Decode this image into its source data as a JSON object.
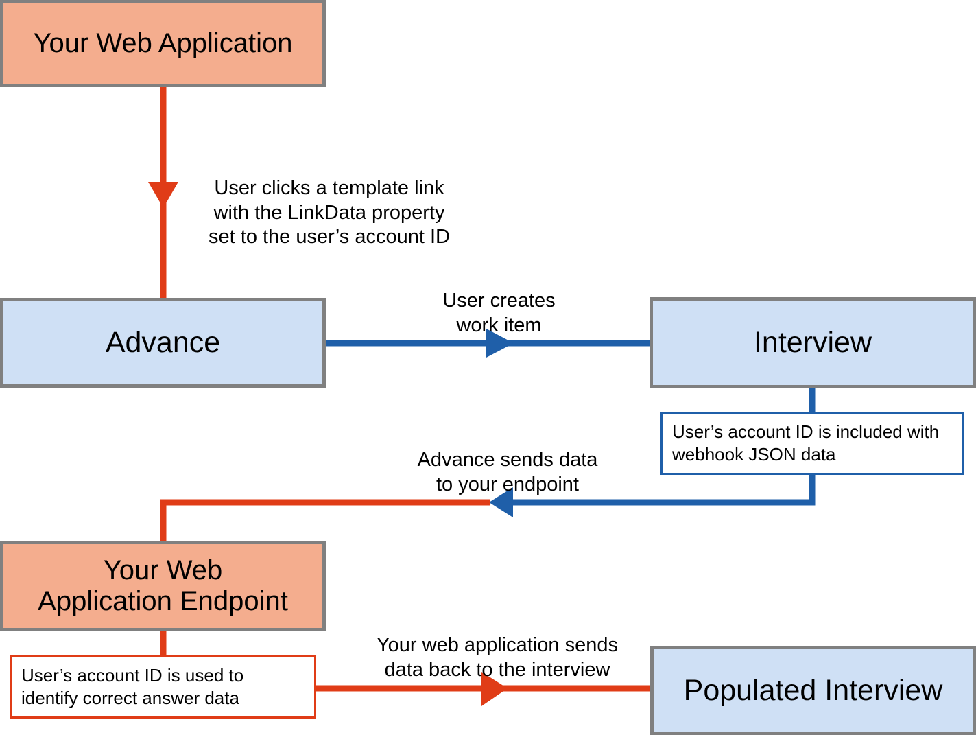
{
  "diagram": {
    "title": "Advance webhook data flow",
    "colors": {
      "salmon_fill": "#F4AD8E",
      "blue_fill": "#CFE0F5",
      "box_border": "#808080",
      "red_connector": "#E03C17",
      "blue_connector": "#1F5FA9",
      "text": "#000000",
      "background": "#FFFFFF"
    },
    "nodes": [
      {
        "id": "web-application",
        "label": "Your Web Application",
        "fill": "salmon"
      },
      {
        "id": "advance",
        "label": "Advance",
        "fill": "blue"
      },
      {
        "id": "interview",
        "label": "Interview",
        "fill": "blue"
      },
      {
        "id": "web-application-endpoint",
        "label": "Your Web\nApplication Endpoint",
        "fill": "salmon"
      },
      {
        "id": "populated-interview",
        "label": "Populated Interview",
        "fill": "blue"
      }
    ],
    "notes": [
      {
        "id": "webhook-json-note",
        "text": "User’s account ID is included with\nwebhook JSON data",
        "border": "blue"
      },
      {
        "id": "answer-data-note",
        "text": "User’s account ID is used to\nidentify correct answer data",
        "border": "red"
      }
    ],
    "edge_labels": [
      {
        "id": "template-link-label",
        "text": "User clicks a template link\nwith the LinkData property\nset to the user’s account ID"
      },
      {
        "id": "create-work-item-label",
        "text": "User creates\nwork item"
      },
      {
        "id": "send-data-label",
        "text": "Advance sends data\nto your endpoint"
      },
      {
        "id": "send-back-label",
        "text": "Your web application sends\ndata back to the interview"
      }
    ]
  }
}
